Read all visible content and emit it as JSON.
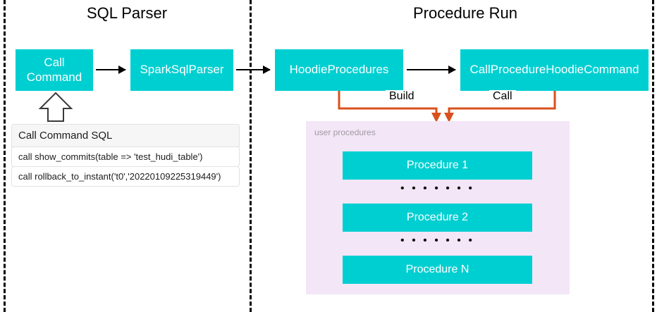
{
  "sections": {
    "left_title": "SQL Parser",
    "right_title": "Procedure Run"
  },
  "nodes": {
    "call_command": "Call\nCommand",
    "call_command_line1": "Call",
    "call_command_line2": "Command",
    "spark_sql_parser": "SparkSqlParser",
    "hoodie_procedures": "HoodieProcedures",
    "call_procedure_hoodie_command": "CallProcedureHoodieCommand"
  },
  "edges": {
    "build_label": "Build",
    "call_label": "Call"
  },
  "sql_panel": {
    "header": "Call Command SQL",
    "rows": [
      "call show_commits(table => 'test_hudi_table')",
      "call rollback_to_instant('t0','20220109225319449')"
    ]
  },
  "user_procedures": {
    "caption": "user procedures",
    "items": [
      "Procedure 1",
      "Procedure 2",
      "Procedure N"
    ],
    "ellipsis": "• • • • • • •"
  },
  "colors": {
    "node_fill": "#00CFD1",
    "node_text": "#FFFFFF",
    "panel_fill": "#F3E6F7",
    "connector_orange": "#D9501E",
    "divider": "#000000",
    "caption_gray": "#9D9AA0"
  }
}
